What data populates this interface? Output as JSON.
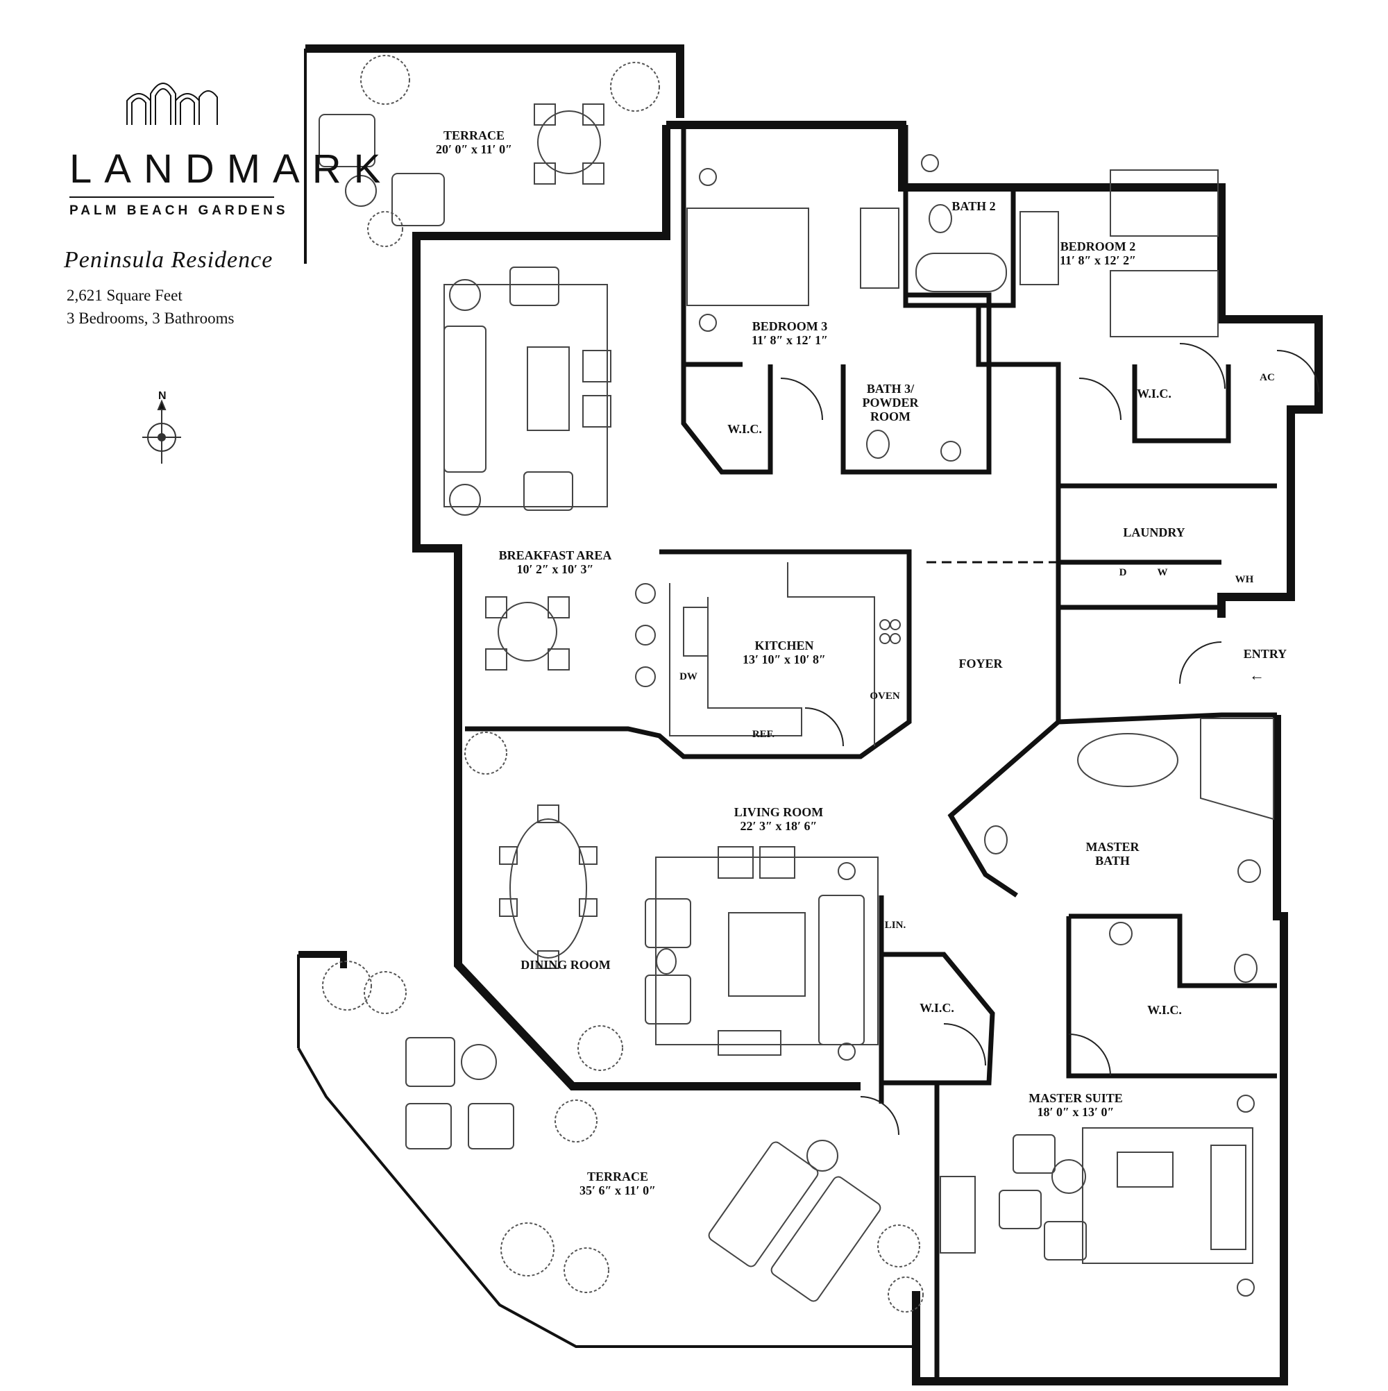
{
  "brand": {
    "name": "LANDMARK",
    "subtitle": "PALM BEACH GARDENS"
  },
  "residence": {
    "name": "Peninsula Residence",
    "square_feet": "2,621 Square Feet",
    "rooms": "3 Bedrooms, 3 Bathrooms"
  },
  "compass": {
    "label": "N"
  },
  "rooms": {
    "terrace_north": {
      "name": "TERRACE",
      "dims": "20′ 0″ x 11′ 0″"
    },
    "bedroom3": {
      "name": "BEDROOM 3",
      "dims": "11′ 8″ x 12′ 1″"
    },
    "bath2": {
      "name": "BATH 2"
    },
    "bedroom2": {
      "name": "BEDROOM 2",
      "dims": "11′ 8″ x 12′ 2″"
    },
    "ac": {
      "name": "AC"
    },
    "wic_bed3": {
      "name": "W.I.C."
    },
    "bath3": {
      "line1": "BATH 3/",
      "line2": "POWDER",
      "line3": "ROOM"
    },
    "wic_bed2": {
      "name": "W.I.C."
    },
    "breakfast": {
      "name": "BREAKFAST AREA",
      "dims": "10′ 2″ x 10′ 3″"
    },
    "laundry": {
      "name": "LAUNDRY"
    },
    "dryer": {
      "name": "D"
    },
    "washer": {
      "name": "W"
    },
    "water_heater": {
      "name": "WH"
    },
    "kitchen": {
      "name": "KITCHEN",
      "dims": "13′ 10″ x 10′ 8″"
    },
    "dishwasher": {
      "name": "DW"
    },
    "oven": {
      "name": "OVEN"
    },
    "refrigerator": {
      "name": "REF."
    },
    "foyer": {
      "name": "FOYER"
    },
    "entry": {
      "name": "ENTRY"
    },
    "living": {
      "name": "LIVING ROOM",
      "dims": "22′ 3″ x 18′ 6″"
    },
    "master_bath": {
      "line1": "MASTER",
      "line2": "BATH"
    },
    "linen": {
      "name": "LIN."
    },
    "dining": {
      "name": "DINING ROOM"
    },
    "wic_hall": {
      "name": "W.I.C."
    },
    "wic_master": {
      "name": "W.I.C."
    },
    "master_suite": {
      "name": "MASTER SUITE",
      "dims": "18′ 0″ x 13′ 0″"
    },
    "terrace_south": {
      "name": "TERRACE",
      "dims": "35′ 6″ x 11′ 0″"
    }
  }
}
